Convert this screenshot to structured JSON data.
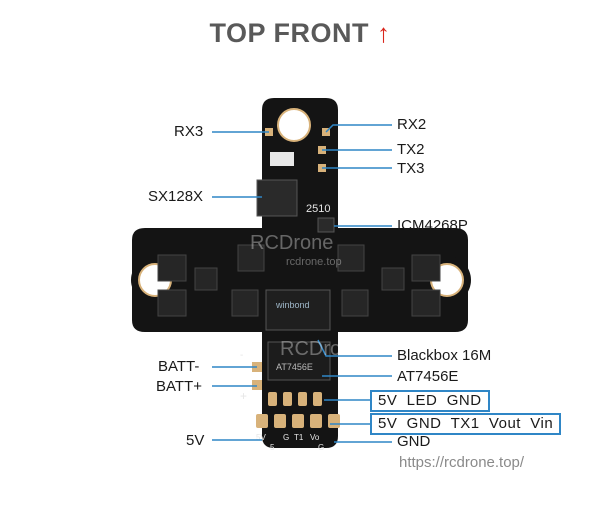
{
  "title": "TOP FRONT",
  "title_arrow": "↑",
  "labels_left": {
    "rx3": "RX3",
    "sx128x": "SX128X",
    "batt_minus": "BATT-",
    "batt_plus": "BATT+",
    "v5": "5V"
  },
  "labels_right": {
    "rx2": "RX2",
    "tx2": "TX2",
    "tx3": "TX3",
    "icm": "ICM4268P",
    "blackbox": "Blackbox 16M",
    "at7456e": "AT7456E",
    "gnd": "GND"
  },
  "boxes": {
    "led_row": "5V  LED  GND",
    "uart_row": "5V  GND  TX1  Vout  Vin"
  },
  "board_marks": {
    "chip_2510": "2510",
    "flash": "winbond",
    "osd": "AT7456E",
    "plus": "+",
    "minus": "-",
    "pad_5v": "5V",
    "pad_g": "G",
    "pad_t1": "T1",
    "pad_vo": "Vo",
    "bottom_5": "5",
    "bottom_g": "G"
  },
  "watermark": {
    "brand": "RCDrone",
    "sub": "rcdrone.top"
  },
  "url": "https://rcdrone.top/",
  "colors": {
    "leader": "#2f86c6",
    "arrow": "#d9261c",
    "board": "#141414",
    "pad": "#d8b27a"
  }
}
